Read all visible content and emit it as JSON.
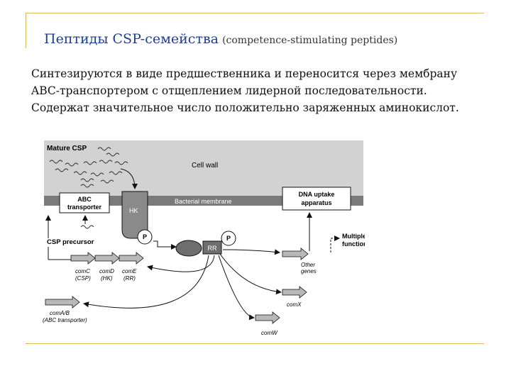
{
  "title": {
    "main": "Пептиды CSP-семейства",
    "sub": "(competence-stimulating peptides)"
  },
  "description": "Синтезируются в виде предшественника и переносится через мембрану ABC-транспортером с отщеплением лидерной последовательности. Содержат значительное число положительно заряженных аминокислот.",
  "diagram": {
    "mature_csp": "Mature CSP",
    "cell_wall": "Cell wall",
    "membrane": "Bacterial membrane",
    "abc_transporter": [
      "ABC",
      "transporter"
    ],
    "hk": "HK",
    "dna_uptake": [
      "DNA uptake",
      "apparatus"
    ],
    "p": "P",
    "rr": "RR",
    "csp_precursor": "CSP precursor",
    "multiple_functions": [
      "Multiple",
      "functions"
    ],
    "other_genes": [
      "Other",
      "genes"
    ],
    "comC": "comC",
    "comD": "comD",
    "comE": "comE",
    "csp_label": "(CSP)",
    "hk_label": "(HK)",
    "rr_label": "(RR)",
    "comX": "comX",
    "comAB": "comA/B",
    "abc_label": "(ABC transporter)",
    "comW": "comW"
  }
}
